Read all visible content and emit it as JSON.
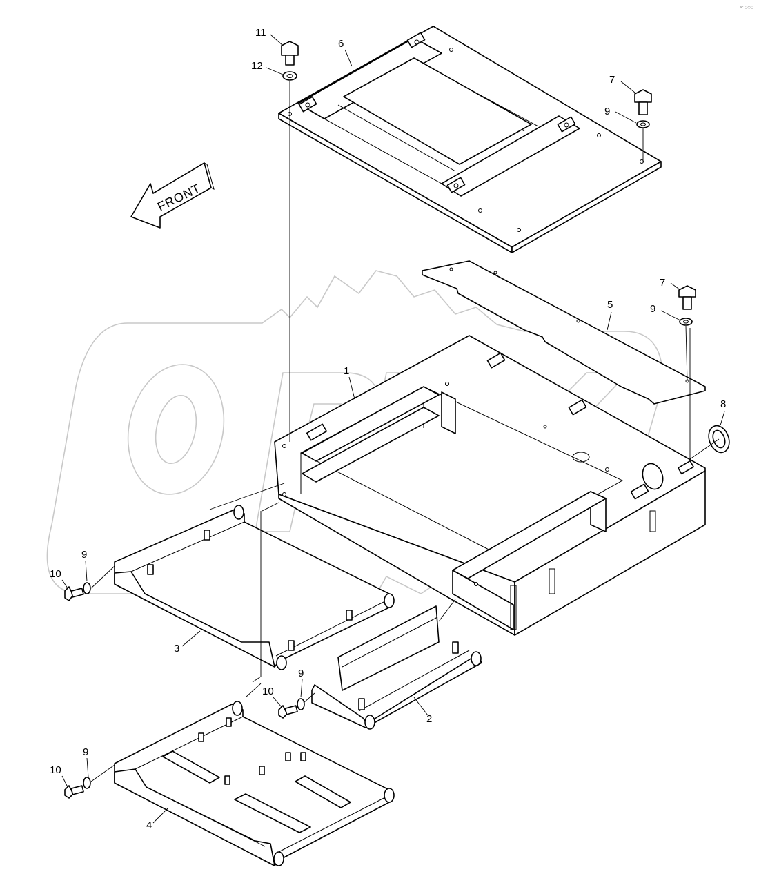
{
  "direction_label": "FRONT",
  "corner_tag": "a° ○○○",
  "watermark_text": "OPEX",
  "callouts": {
    "p1": "1",
    "p2": "2",
    "p3": "3",
    "p4": "4",
    "p5": "5",
    "p6": "6",
    "p7a": "7",
    "p7b": "7",
    "p8": "8",
    "p9a": "9",
    "p9b": "9",
    "p9c": "9",
    "p9d": "9",
    "p9e": "9",
    "p10a": "10",
    "p10b": "10",
    "p10c": "10",
    "p11": "11",
    "p12": "12"
  }
}
